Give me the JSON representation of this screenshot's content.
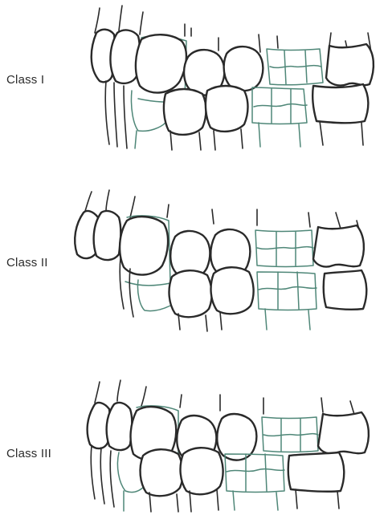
{
  "labels": {
    "class1": "Class I",
    "class2": "Class II",
    "class3": "Class III"
  },
  "colors": {
    "outline": "#2a2a2a",
    "accent_green": "#4f8778",
    "background": "#ffffff"
  }
}
